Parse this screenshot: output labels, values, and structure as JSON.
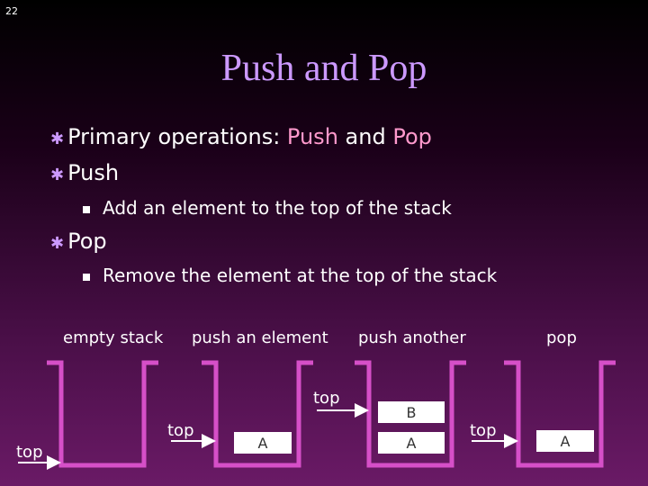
{
  "slide_number": "22",
  "title": "Push and Pop",
  "bullets": {
    "b1_prefix": "Primary operations: ",
    "b1_push": "Push",
    "b1_and": " and ",
    "b1_pop": "Pop",
    "b2": "Push",
    "b2_sub": "Add an element to the top of the stack",
    "b3": "Pop",
    "b3_sub": "Remove the element at the top of the stack"
  },
  "captions": [
    "empty stack",
    "push an element",
    "push another",
    "pop"
  ],
  "pointer_label": "top",
  "stack_items": {
    "s2_a": "A",
    "s3_b": "B",
    "s3_a": "A",
    "s4_a": "A"
  },
  "colors": {
    "title": "#cc99ff",
    "highlight": "#ff99cc",
    "stack_outline": "#d64fc8",
    "box_fill": "#ffffff",
    "arrow": "#ffffff"
  }
}
